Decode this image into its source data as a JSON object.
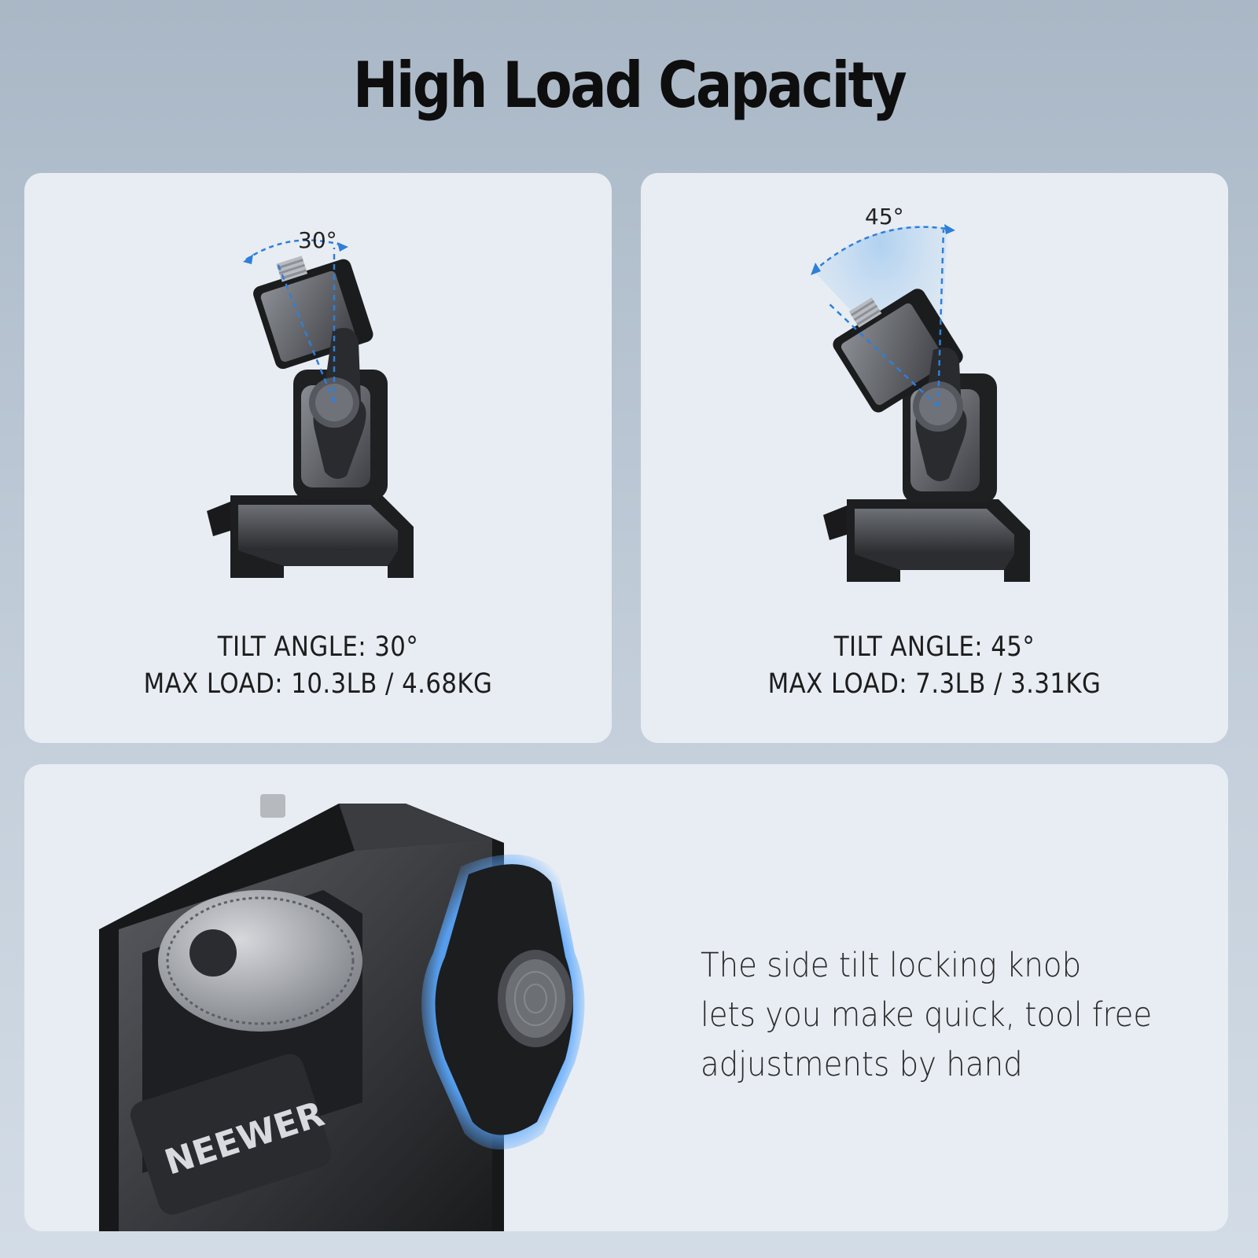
{
  "page": {
    "title": "High Load Capacity"
  },
  "cards": [
    {
      "tilt": "TILT ANGLE: 30°",
      "load": "MAX LOAD: 10.3LB / 4.68KG",
      "angle_label": "30°"
    },
    {
      "tilt": "TILT ANGLE: 45°",
      "load": "MAX LOAD: 7.3LB / 3.31KG",
      "angle_label": "45°"
    }
  ],
  "feature": {
    "lines": [
      "The side tilt locking knob",
      "lets you make quick, tool free",
      "adjustments by hand"
    ],
    "brand": "NEEWER"
  },
  "colors": {
    "accent_blue": "#2f7fd8",
    "metal_dark": "#1c1c1e",
    "metal_mid": "#5d6066",
    "card_bg": "#e8edf3"
  }
}
